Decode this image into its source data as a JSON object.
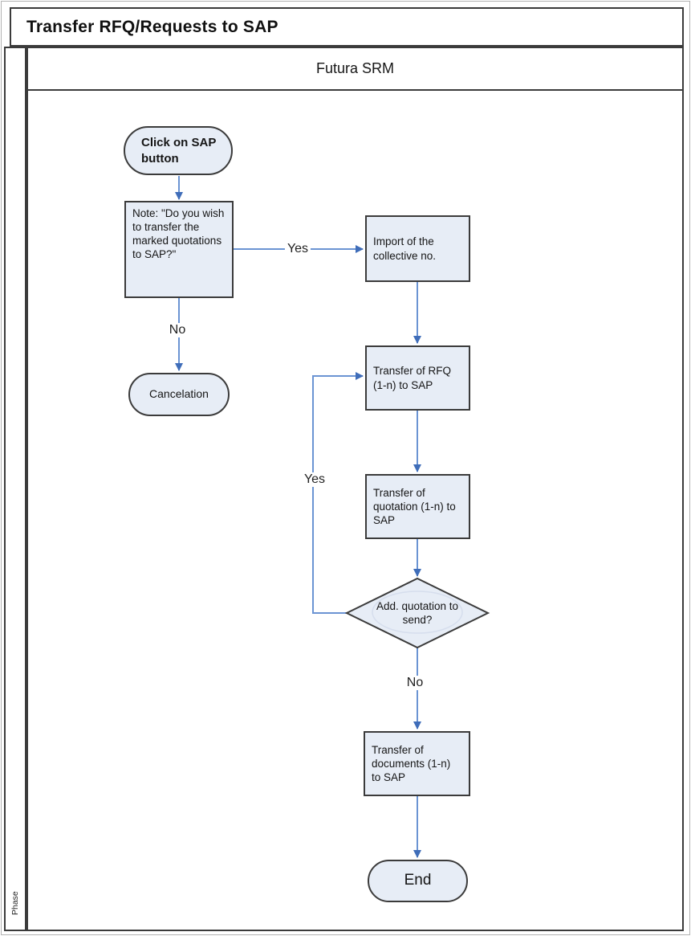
{
  "title": "Transfer RFQ/Requests to SAP",
  "swimlane": {
    "header": "Futura SRM",
    "phase_label": "Phase"
  },
  "nodes": {
    "start": {
      "type": "terminator",
      "label": "Click on SAP button"
    },
    "note": {
      "type": "process",
      "label": "Note: \"Do you wish to transfer the marked quotations to SAP?\""
    },
    "cancelation": {
      "type": "terminator",
      "label": "Cancelation"
    },
    "import_collective": {
      "type": "process",
      "label": "Import of the collective no."
    },
    "transfer_rfq": {
      "type": "process",
      "label": "Transfer of RFQ (1-n) to SAP"
    },
    "transfer_quotation": {
      "type": "process",
      "label": "Transfer of quotation (1-n) to SAP"
    },
    "decision_add_quotation": {
      "type": "decision",
      "label": "Add. quotation to send?"
    },
    "transfer_documents": {
      "type": "process",
      "label": "Transfer of documents (1-n) to SAP"
    },
    "end": {
      "type": "terminator",
      "label": "End"
    }
  },
  "edge_labels": {
    "note_yes": "Yes",
    "note_no": "No",
    "loop_yes": "Yes",
    "decision_no": "No"
  },
  "colors": {
    "shape_fill": "#e7edf6",
    "shape_border": "#3b3b3b",
    "connector_line": "#6b94d3",
    "connector_arrow": "#3f6db9"
  }
}
